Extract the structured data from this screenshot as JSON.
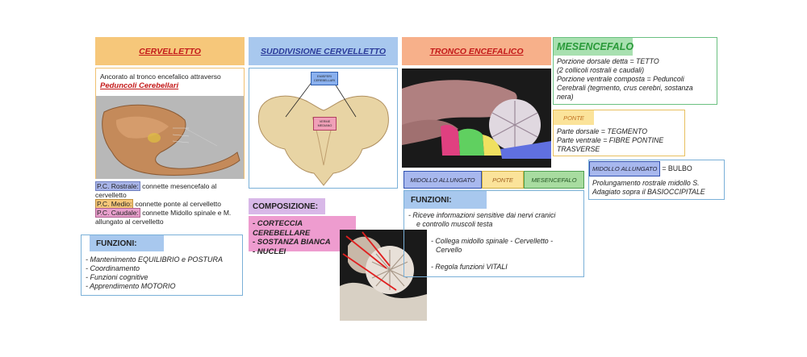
{
  "cerv": {
    "title": "CERVELLETTO",
    "intro": "Ancorato al tronco encefalico attraverso",
    "intro_bold": "Peduncoli Cerebellari",
    "peduncles": [
      {
        "tag": "P.C. Rostrale:",
        "text": " connette mesencefalo al cervelletto",
        "color": "#a8b4e8"
      },
      {
        "tag": "P.C. Medio:",
        "text": " connette ponte al cervelletto",
        "color": "#f6c77a"
      },
      {
        "tag": "P.C. Caudale:",
        "text": " connette Midollo spinale e M. allungato al cervelletto",
        "color": "#e8a0cc"
      }
    ],
    "funzioni_label": "FUNZIONI:",
    "funzioni": [
      "- Mantenimento EQUILIBRIO e POSTURA",
      "- Coordinamento",
      "- Funzioni cognitive",
      "- Apprendimento MOTORIO"
    ]
  },
  "sudd": {
    "title": "SUDDIVISIONE CERVELLETTO",
    "label_top": "EMISFERI CEREBELLARI",
    "label_mid": "VERME MEDIANO",
    "composizione_label": "COMPOSIZIONE:",
    "composizione": [
      "- CORTECCIA CEREBELLARE",
      "- SOSTANZA BIANCA",
      "- NUCLEI"
    ]
  },
  "tronco": {
    "title": "TRONCO ENCEFALICO",
    "tags": [
      {
        "text": "MIDOLLO ALLUNGATO",
        "color": "#a8b8ee"
      },
      {
        "text": "PONTE",
        "color": "#fbe39a"
      },
      {
        "text": "MESENCEFALO",
        "color": "#a8dca0"
      }
    ],
    "funzioni_label": "FUNZIONI:",
    "funzioni": [
      "- Riceve informazioni sensitive dai nervi cranici",
      "e controllo muscoli testa",
      "- Collega midollo spinale - Cervelletto -",
      "Cervello",
      "- Regola funzioni VITALI"
    ]
  },
  "mesen": {
    "title": "MESENCEFALO",
    "lines": [
      "Porzione dorsale detta = TETTO",
      "(2 collicoli rostrali e caudali)",
      "Porzione ventrale composta = Peduncoli",
      "Cerebrali (tegmento, crus cerebri, sostanza",
      "nera)"
    ]
  },
  "ponte": {
    "title": "PONTE",
    "lines": [
      "Parte dorsale = TEGMENTO",
      "Parte ventrale = FIBRE PONTINE",
      "TRASVERSE"
    ]
  },
  "midollo": {
    "tag": "MIDOLLO ALLUNGATO",
    "tag_suffix": " = BULBO",
    "lines": [
      "Prolungamento rostrale midollo S.",
      "Adagiato sopra il BASIOCCIPITALE"
    ]
  },
  "colors": {
    "orange": "#f6c77a",
    "blue": "#a8c8ee",
    "salmon": "#f7b08a",
    "pink": "#ee9ccf",
    "green_title": "#2a9a3a",
    "red_title": "#c41a1a"
  }
}
